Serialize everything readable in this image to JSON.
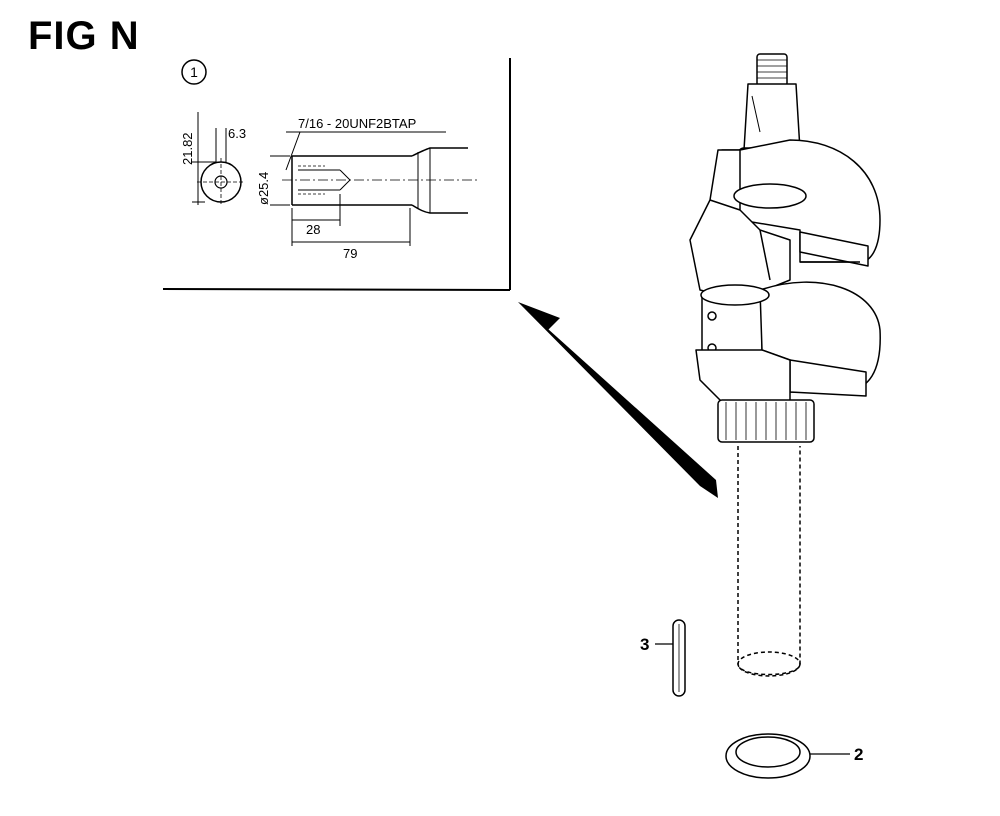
{
  "title": "FIG N",
  "detail": {
    "marker": "1",
    "thread_spec": "7/16 - 20UNF2BTAP",
    "dim_keyway_height": "21.82",
    "dim_keyway_width": "6.3",
    "dim_diameter": "ø25.4",
    "dim_tap_depth": "28",
    "dim_shaft_length": "79"
  },
  "callouts": {
    "part_2": "2",
    "part_3": "3"
  }
}
